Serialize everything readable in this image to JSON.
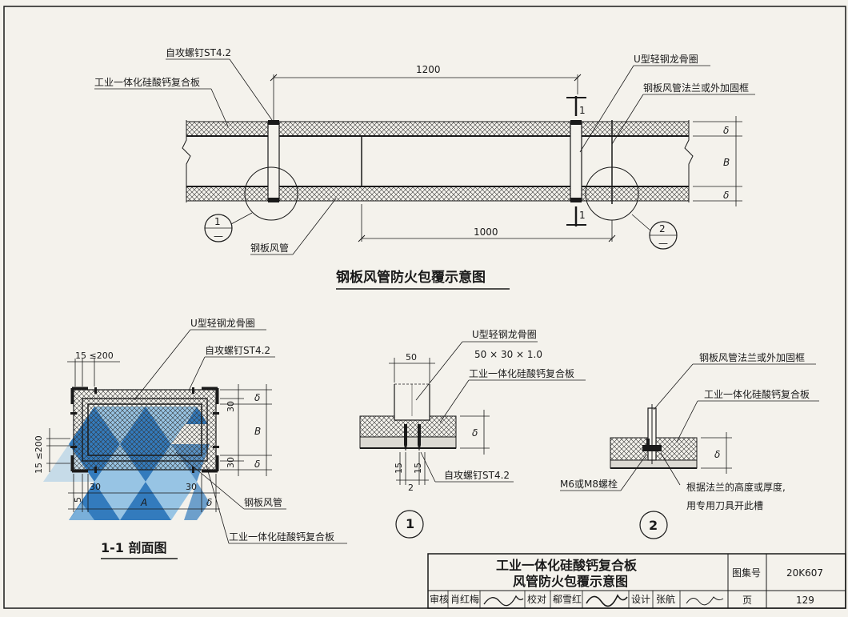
{
  "main_view": {
    "title": "钢板风管防火包覆示意图",
    "labels": {
      "screw": "自攻螺钉ST4.2",
      "board": "工业一体化硅酸钙复合板",
      "u_frame": "U型轻钢龙骨圈",
      "flange": "钢板风管法兰或外加固框",
      "duct": "钢板风管"
    },
    "dims": {
      "top": "1200",
      "bottom": "1000",
      "delta": "δ",
      "b": "B"
    },
    "section_marks": [
      "1",
      "1"
    ],
    "callouts": [
      {
        "num": "1",
        "sub": "—"
      },
      {
        "num": "2",
        "sub": "—"
      }
    ]
  },
  "section_view": {
    "title": "1-1 剖面图",
    "labels": {
      "u_frame": "U型轻钢龙骨圈",
      "screw": "自攻螺钉ST4.2",
      "duct": "钢板风管",
      "board": "工业一体化硅酸钙复合板"
    },
    "dims": {
      "top": "15 ≤200",
      "left": "15 ≤200",
      "thirty": "30",
      "b": "B",
      "a": "A",
      "delta": "δ",
      "five": "5"
    }
  },
  "detail1": {
    "num": "1",
    "labels": {
      "u_frame": "U型轻钢龙骨圈",
      "u_size": "50 × 30 × 1.0",
      "board": "工业一体化硅酸钙复合板",
      "screw": "自攻螺钉ST4.2"
    },
    "dims": {
      "fifty": "50",
      "fifteen_a": "15",
      "fifteen_b": "15",
      "two": "2",
      "delta": "δ"
    }
  },
  "detail2": {
    "num": "2",
    "labels": {
      "flange": "钢板风管法兰或外加固框",
      "board": "工业一体化硅酸钙复合板",
      "bolt": "M6或M8螺栓",
      "note1": "根据法兰的高度或厚度,",
      "note2": "用专用刀具开此槽"
    },
    "dims": {
      "delta": "δ"
    }
  },
  "title_block": {
    "title_line1": "工业一体化硅酸钙复合板",
    "title_line2": "风管防火包覆示意图",
    "atlas_label": "图集号",
    "atlas_no": "20K607",
    "review_label": "审核",
    "reviewer": "肖红梅",
    "check_label": "校对",
    "checker": "郗雪红",
    "design_label": "设计",
    "designer": "张航",
    "page_label": "页",
    "page_no": "129"
  },
  "colors": {
    "ink": "#1a1a1a",
    "watermark_blue": "#1f6fb8",
    "watermark_light": "#8ec0e4",
    "paper": "#f4f2ec"
  }
}
